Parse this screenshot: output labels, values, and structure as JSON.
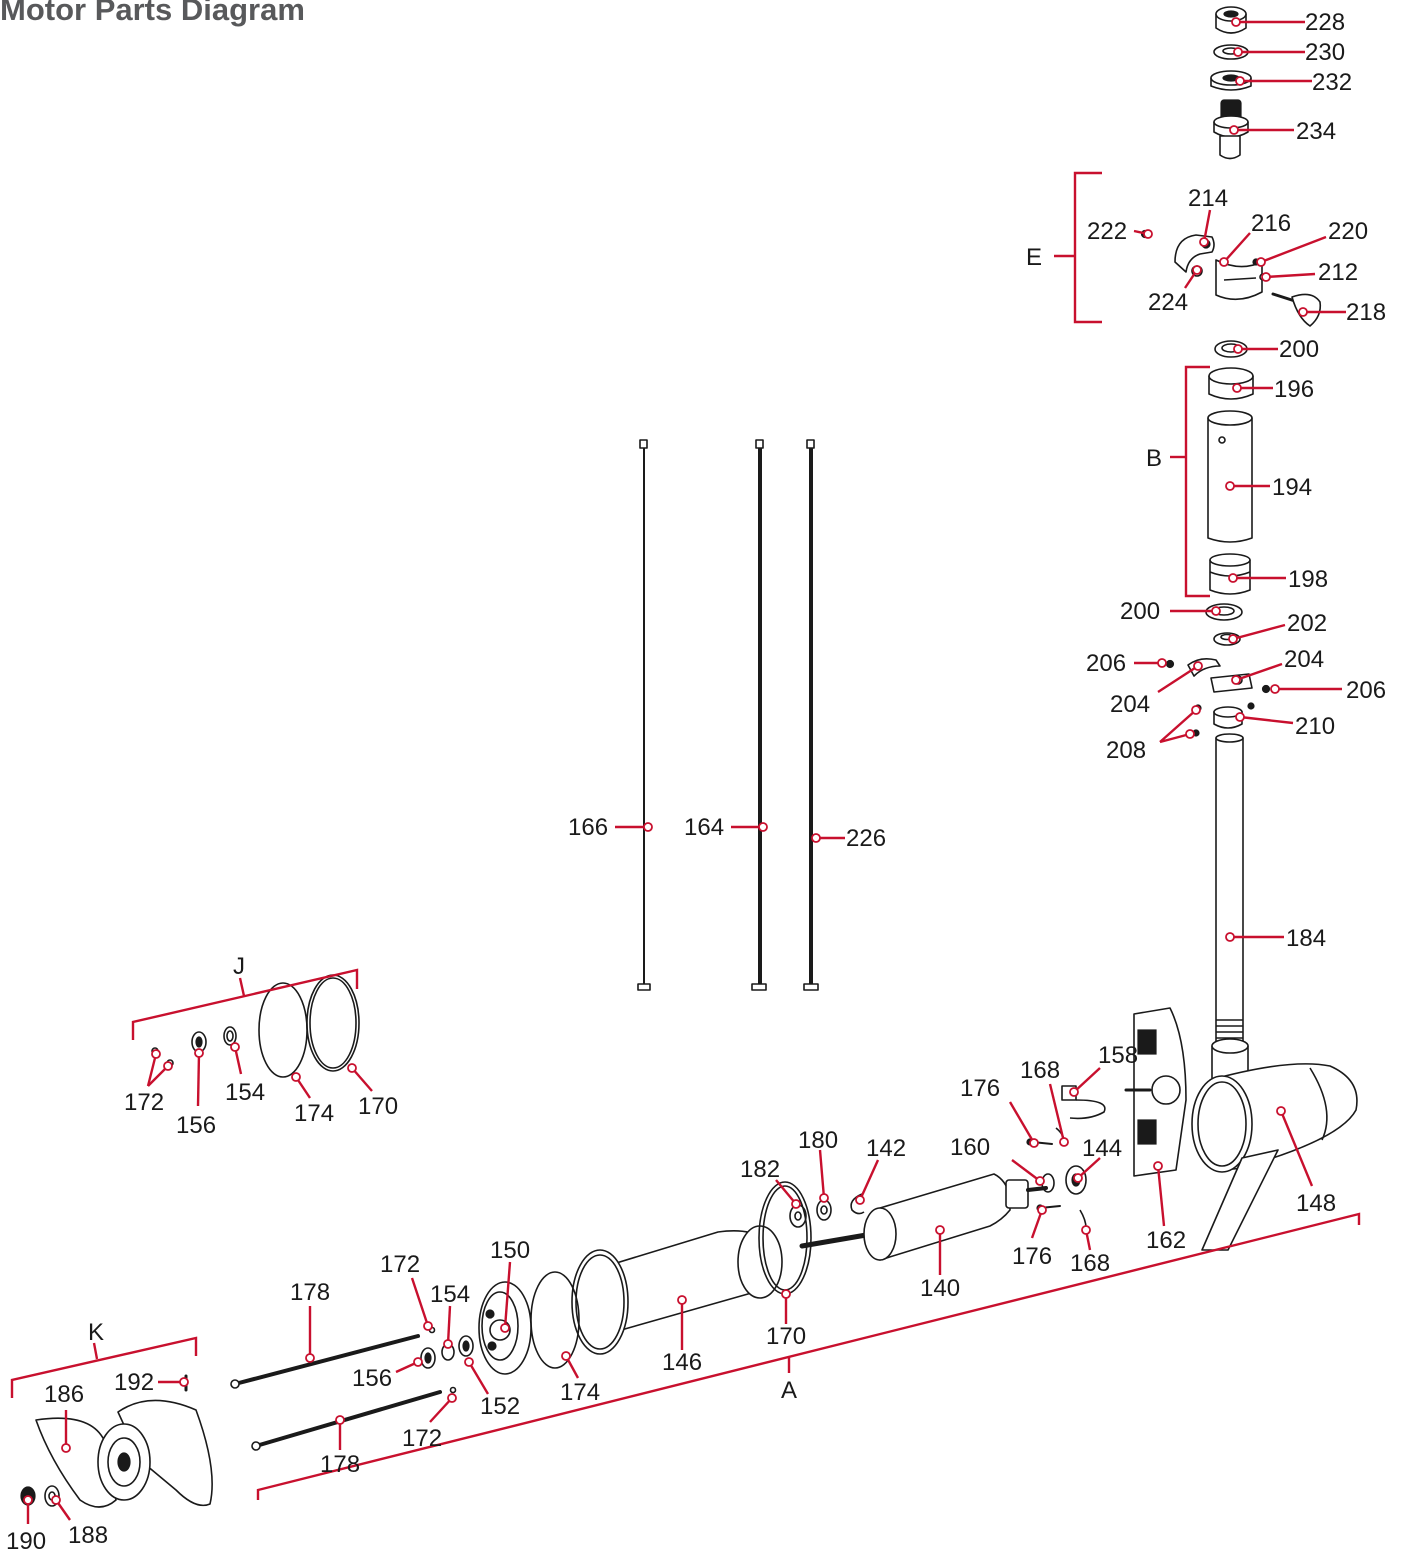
{
  "title": "Motor Parts Diagram",
  "colors": {
    "leader": "#c8102e",
    "part_outline": "#1a1a1a",
    "title": "#58595b",
    "background": "#ffffff"
  },
  "labels": {
    "p228": "228",
    "p230": "230",
    "p232": "232",
    "p234": "234",
    "p214": "214",
    "p222": "222",
    "p216": "216",
    "p220": "220",
    "p212": "212",
    "p224": "224",
    "p218": "218",
    "p200a": "200",
    "p196": "196",
    "p194": "194",
    "p198": "198",
    "p200b": "200",
    "p202": "202",
    "p206a": "206",
    "p204a": "204",
    "p204b": "204",
    "p206b": "206",
    "p210": "210",
    "p208": "208",
    "p166": "166",
    "p164": "164",
    "p226": "226",
    "p184": "184",
    "p172j": "172",
    "p156j": "156",
    "p154j": "154",
    "p174j": "174",
    "p170j": "170",
    "p158": "158",
    "p168a": "168",
    "p176a": "176",
    "p160": "160",
    "p144": "144",
    "p142": "142",
    "p180": "180",
    "p182": "182",
    "p148": "148",
    "p162": "162",
    "p176b": "176",
    "p168b": "168",
    "p140": "140",
    "p146": "146",
    "p170a": "170",
    "p174a": "174",
    "p150": "150",
    "p154a": "154",
    "p172a": "172",
    "p178a": "178",
    "p156a": "156",
    "p152": "152",
    "p172b": "172",
    "p178b": "178",
    "p192": "192",
    "p186": "186",
    "p190": "190",
    "p188": "188"
  },
  "groups": {
    "E": "E",
    "B": "B",
    "J": "J",
    "A": "A",
    "K": "K"
  }
}
